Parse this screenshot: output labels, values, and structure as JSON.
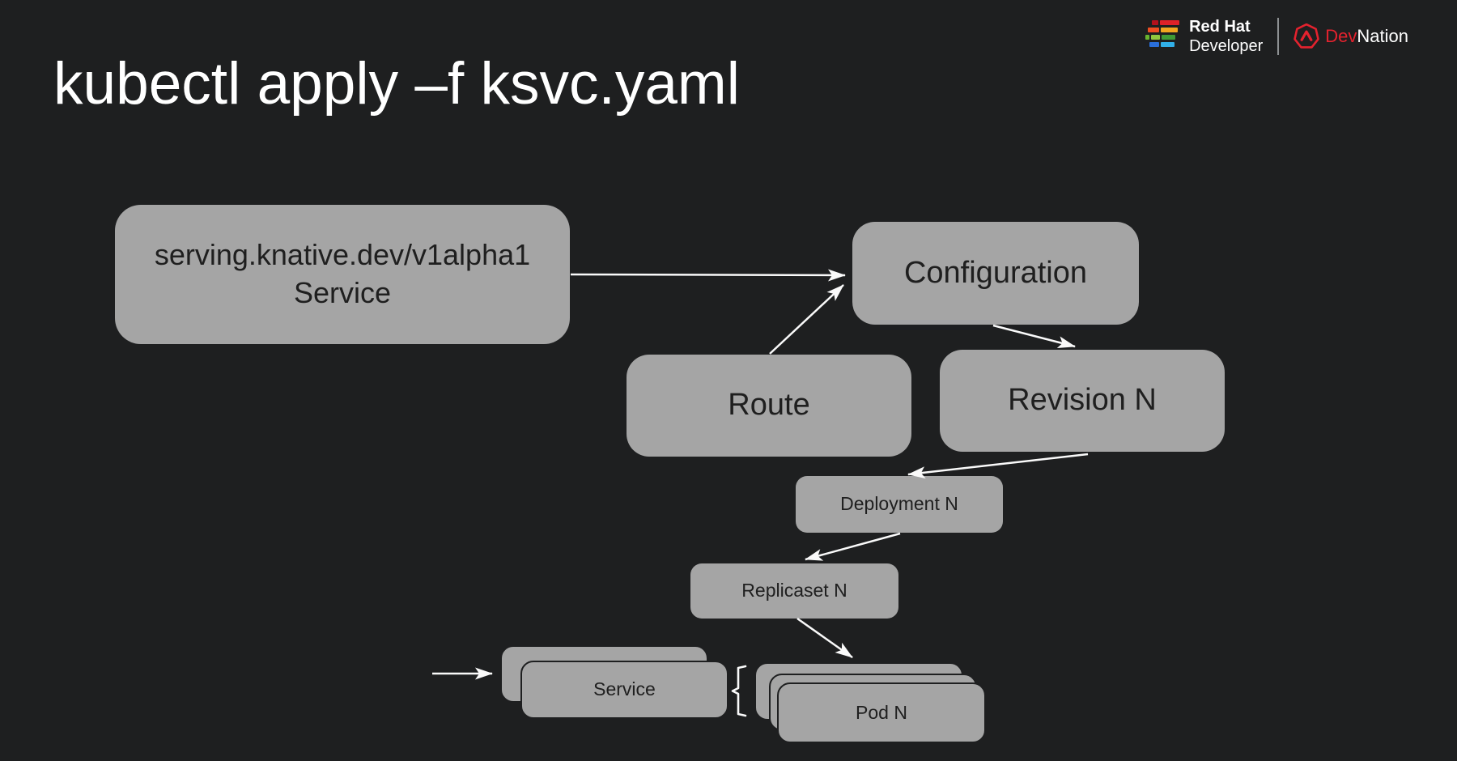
{
  "slide": {
    "title": "kubectl apply –f ksvc.yaml"
  },
  "brand": {
    "redhat_line1": "Red Hat",
    "redhat_line2": "Developer",
    "devnation_dev": "Dev",
    "devnation_nation": "Nation"
  },
  "colors": {
    "background": "#1e1f20",
    "box_fill": "#a5a5a5",
    "box_text": "#1f1f1f",
    "title_text": "#ffffff",
    "arrow": "#fafafa",
    "devnation_red": "#e4222e",
    "redhat_stripes": [
      "#b3111c",
      "#dd2128",
      "#ef4e22",
      "#f0a51f",
      "#69b42e",
      "#92c83e",
      "#3e9b35",
      "#2a6fdb",
      "#31b0e8"
    ]
  },
  "diagram": {
    "ksvc": {
      "line1": "serving.knative.dev/v1alpha1",
      "line2": "Service"
    },
    "configuration": {
      "label": "Configuration"
    },
    "route": {
      "label": "Route"
    },
    "revision": {
      "label": "Revision N"
    },
    "deployment": {
      "label": "Deployment N"
    },
    "replicaset": {
      "label": "Replicaset N"
    },
    "service": {
      "label": "Service"
    },
    "pod": {
      "label": "Pod N"
    }
  }
}
